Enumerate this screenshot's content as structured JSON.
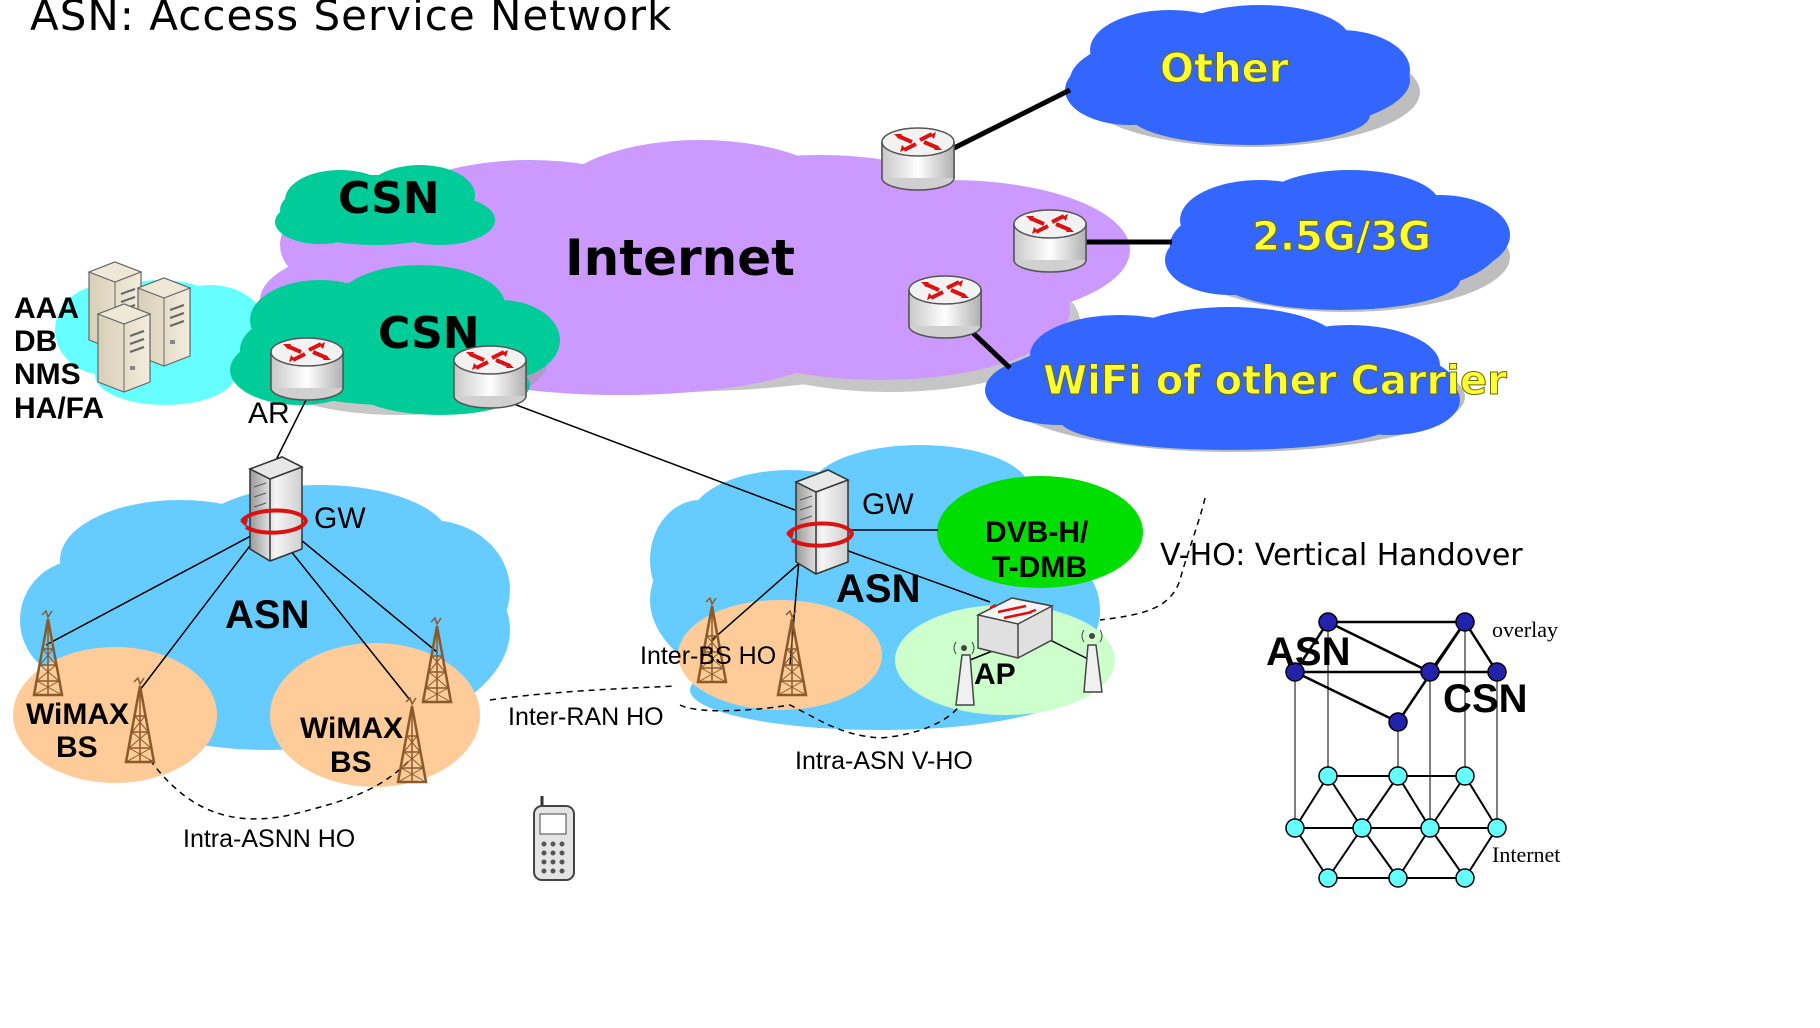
{
  "title": "ASN: Access Service Network",
  "clouds": {
    "internet": "Internet",
    "csn_top": "CSN",
    "csn_mid": "CSN",
    "other": "Other",
    "g3": "2.5G/3G",
    "wifi": "WiFi of other Carrier",
    "asn_left": "ASN",
    "asn_right": "ASN",
    "dvb_line1": "DVB-H/",
    "dvb_line2": "T-DMB"
  },
  "servers": {
    "lines": [
      "AAA",
      "DB",
      "NMS",
      "HA/FA"
    ]
  },
  "labels": {
    "ar": "AR",
    "gw_left": "GW",
    "gw_right": "GW",
    "ap": "AP",
    "wimax1_line1": "WiMAX",
    "wimax1_line2": "BS",
    "wimax2_line1": "WiMAX",
    "wimax2_line2": "BS"
  },
  "handovers": {
    "inter_bs": "Inter-BS HO",
    "inter_ran": "Inter-RAN HO",
    "intra_asn_vho": "Intra-ASN V-HO",
    "intra_asnn": "Intra-ASNN HO",
    "vho_legend": "V-HO: Vertical Handover"
  },
  "overlay": {
    "asn": "ASN",
    "csn": "CSN",
    "overlay_label": "overlay",
    "internet_label": "Internet"
  },
  "colors": {
    "internet": "#cc99ff",
    "csn": "#00cc99",
    "carrier": "#3366ff",
    "asn": "#66ccff",
    "cell": "#ffcc99",
    "dvb": "#00dd00",
    "ap_zone": "#ccffcc",
    "overlay_node": "#2222aa",
    "internet_node": "#66ffff"
  }
}
